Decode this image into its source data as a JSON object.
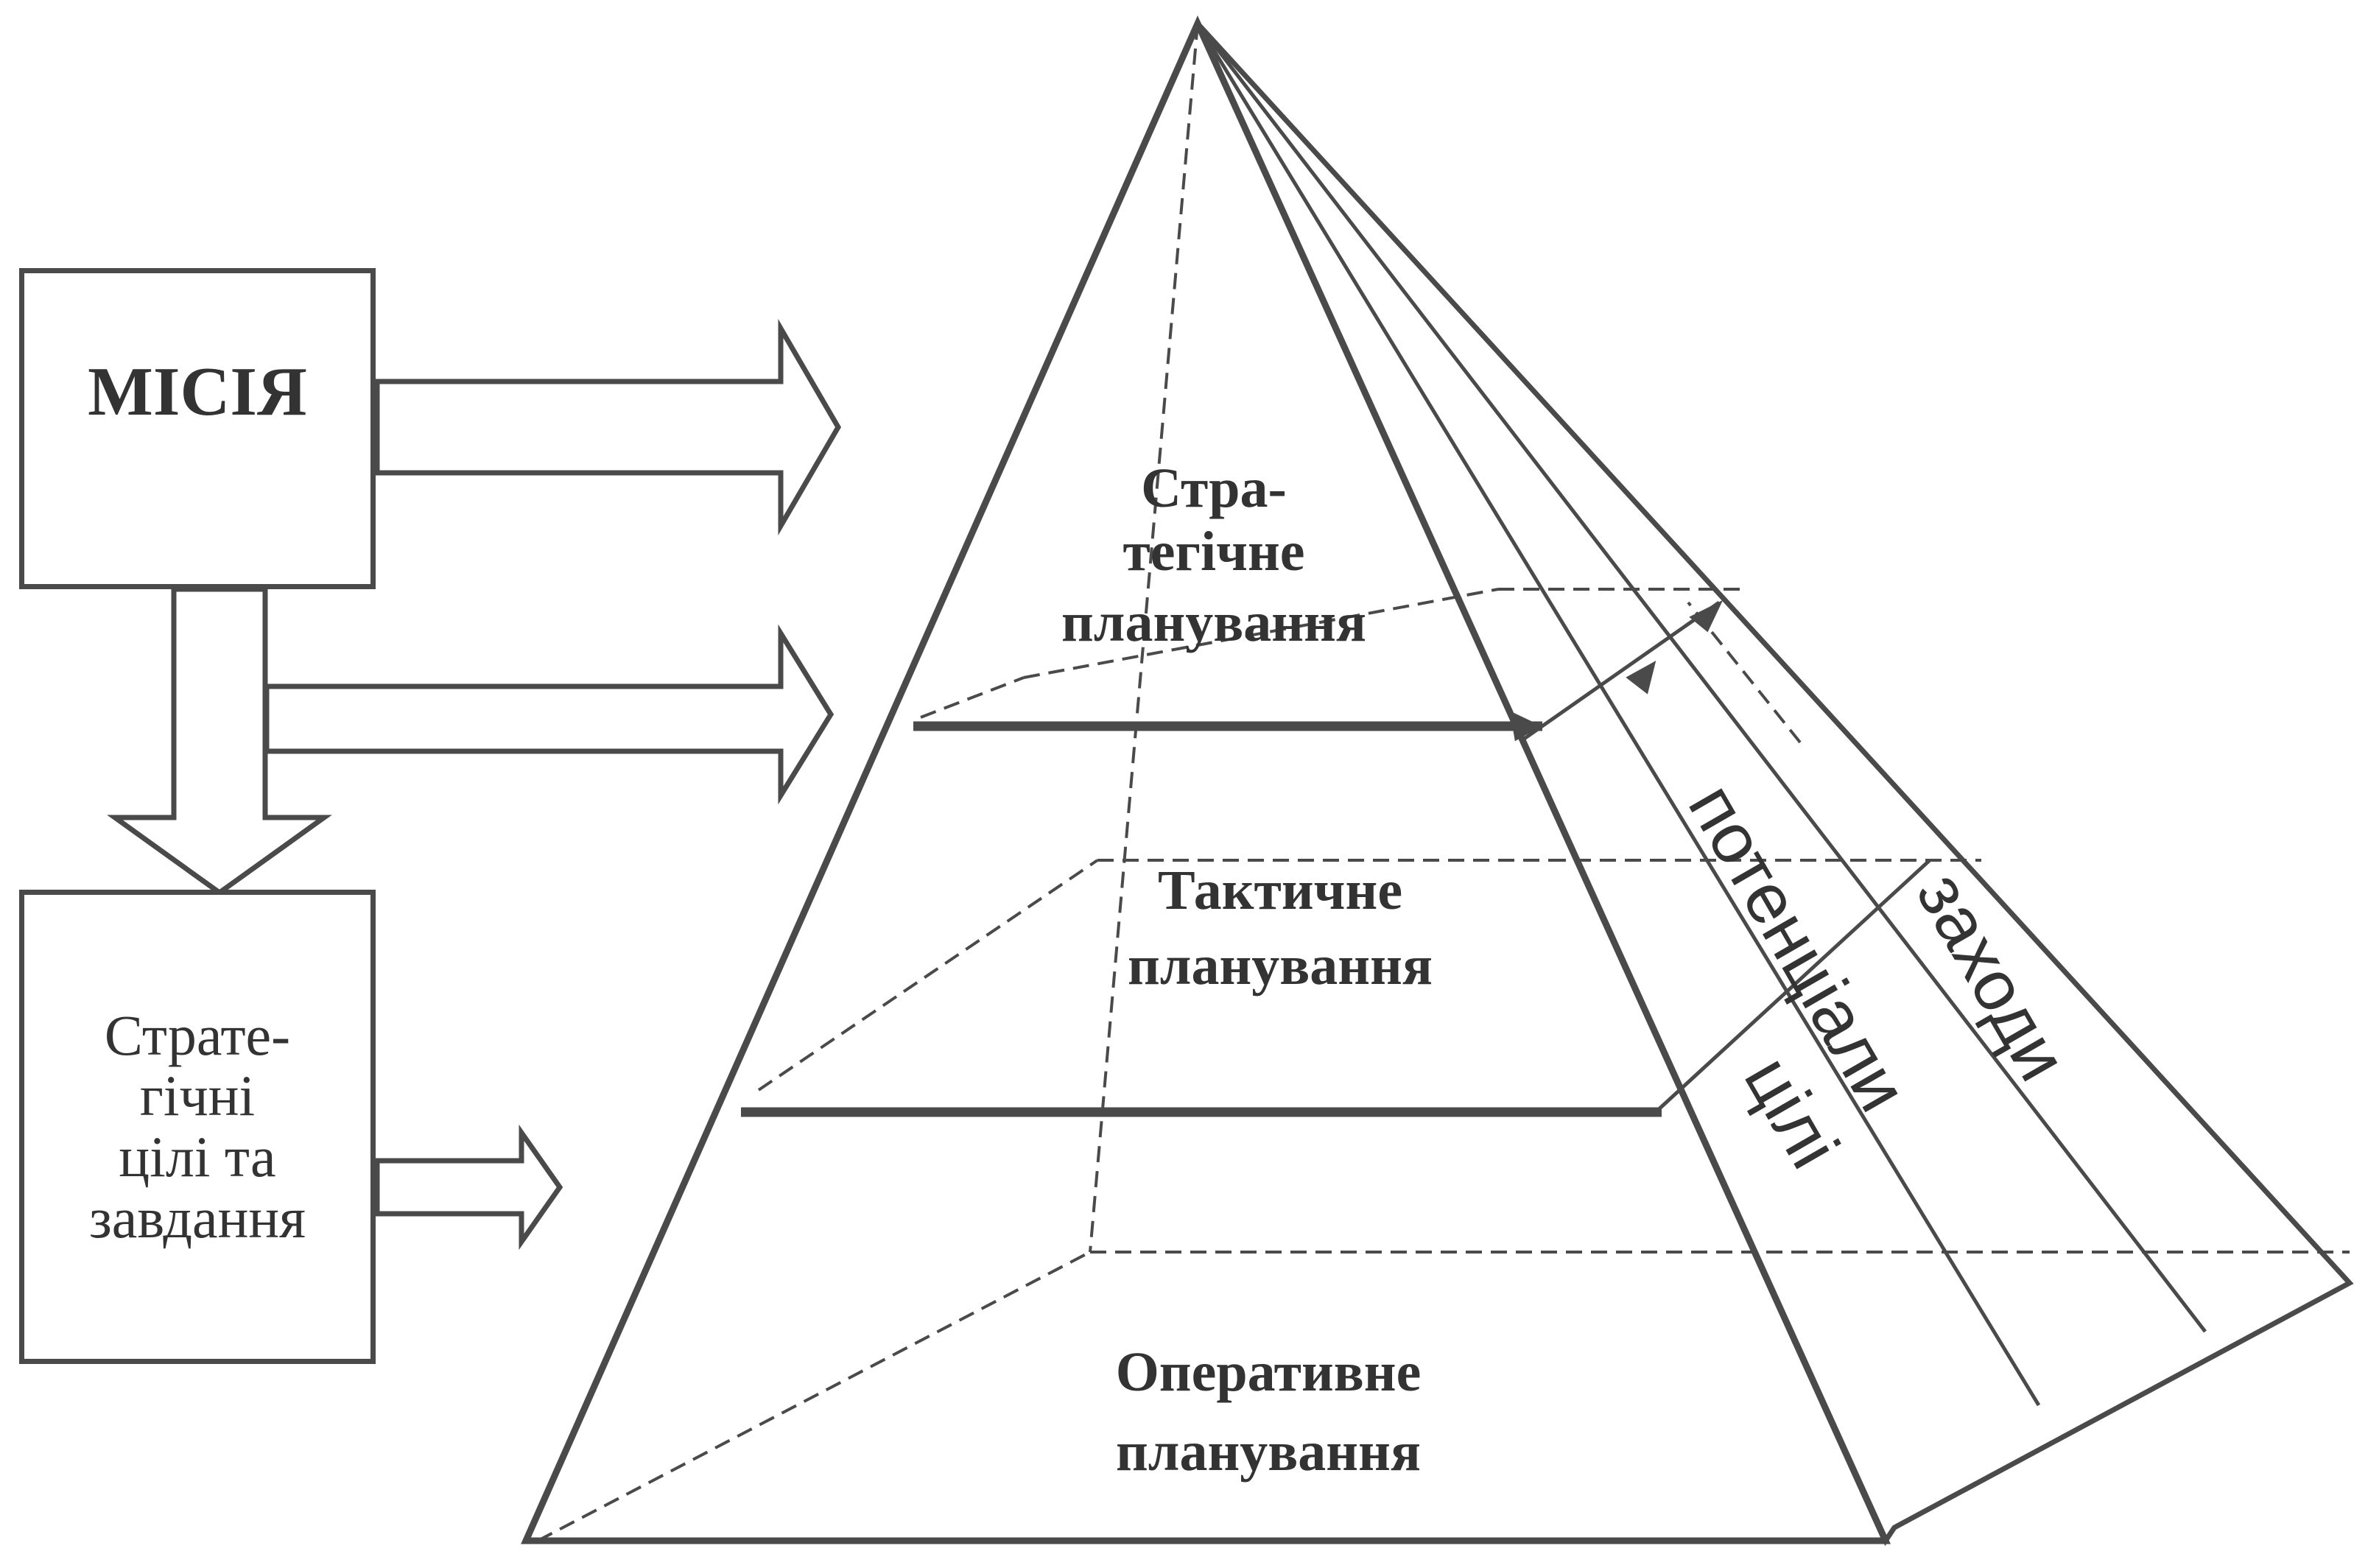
{
  "mission_box": {
    "label": "МІСІЯ"
  },
  "goals_box": {
    "label": "Страте-\nгічні\nцілі та\nзавдання"
  },
  "pyramid": {
    "levels": [
      {
        "lines": [
          "Стра-",
          "тегічне",
          "планування"
        ]
      },
      {
        "lines": [
          "Тактичне",
          "планування"
        ]
      },
      {
        "lines": [
          "Оперативне",
          "планування"
        ]
      }
    ],
    "side_labels": {
      "goals": "цілі",
      "potentials": "потенціали",
      "measures": "заходи"
    }
  },
  "colors": {
    "line": "#4a4a4a",
    "text": "#333333"
  }
}
